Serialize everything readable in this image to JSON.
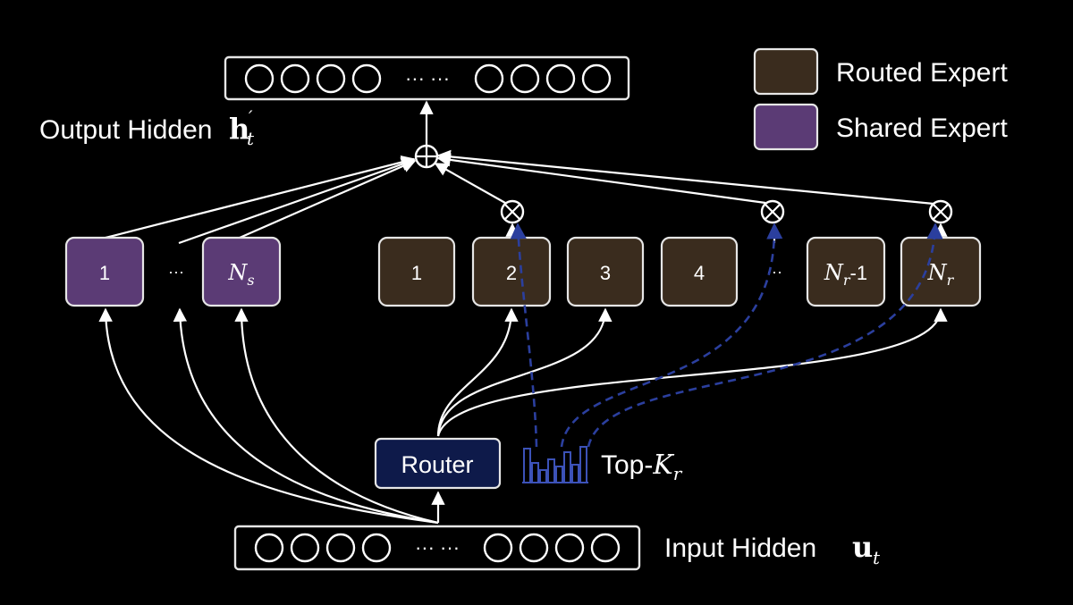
{
  "legend": {
    "routed_label": "Routed Expert",
    "shared_label": "Shared Expert",
    "routed_color": "#3a2c1e",
    "shared_color": "#5b3b75"
  },
  "output": {
    "label": "Output Hidden",
    "symbol": "h",
    "symbol_prime": "′",
    "symbol_sub": "t",
    "dots": "··· ···"
  },
  "input": {
    "label": "Input Hidden",
    "symbol": "u",
    "symbol_sub": "t",
    "dots": "··· ···"
  },
  "shared_experts": {
    "first": "1",
    "ellipsis": "···",
    "last_base": "N",
    "last_sub": "s"
  },
  "routed_experts": {
    "e1": "1",
    "e2": "2",
    "e3": "3",
    "e4": "4",
    "ellipsis": "···",
    "penult_base": "N",
    "penult_sub": "r",
    "penult_suffix": "-1",
    "last_base": "N",
    "last_sub": "r"
  },
  "router": {
    "label": "Router",
    "color": "#0e1a4a"
  },
  "topk": {
    "prefix": "Top-",
    "base": "K",
    "sub": "r",
    "bar_color": "#3c52b8"
  },
  "ops": {
    "sum_symbol": "⊕",
    "mul_symbol": "⊗"
  }
}
